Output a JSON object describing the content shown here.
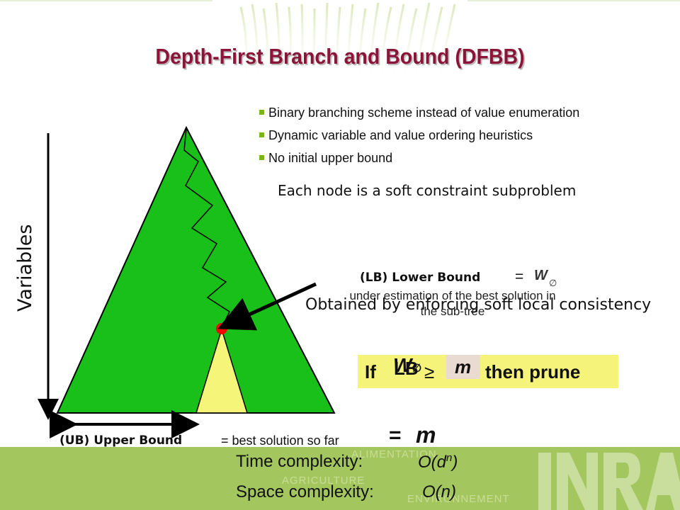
{
  "slide": {
    "title": "Depth-First Branch and Bound (DFBB)",
    "bullets": [
      "Binary branching scheme instead of value enumeration",
      "Dynamic variable and value ordering heuristics",
      "No initial upper bound"
    ],
    "node_note": "Each node is a soft constraint subproblem",
    "axis_label": "Variables"
  },
  "lower_bound": {
    "label": "(LB) Lower Bound",
    "equals": "=",
    "w_symbol": "W",
    "w_subscript": "∅",
    "description": "under estimation of the best solution in the sub-tree",
    "overlay_note": "Obtained by enforcing soft local consistency"
  },
  "prune_rule": {
    "if": "If",
    "lb": "LB",
    "w": "W",
    "subscript": "∅",
    "geq": "≥",
    "m": "m",
    "then": "then prune"
  },
  "upper_bound": {
    "label": "(UB) Upper Bound",
    "description": "= best solution so far",
    "equals": "=",
    "m": "m"
  },
  "complexity": {
    "time_label": "Time complexity:",
    "time_expr_base": "O(d",
    "time_expr_exp": "n",
    "time_expr_close": ")",
    "space_label": "Space complexity:",
    "space_expr": "O(n)"
  },
  "footer": {
    "ghost_text_1": "ALIMENTATION",
    "ghost_text_2": "AGRICULTURE",
    "ghost_text_3": "ENVIRONNEMENT",
    "logo_text": "INRA"
  },
  "colors": {
    "title": "#8b1538",
    "tree_fill": "#19c019",
    "subtree_fill": "#f5f57a",
    "node_dot": "#ff0000",
    "footer": "#a4c65e",
    "bullet": "#7cb518"
  }
}
